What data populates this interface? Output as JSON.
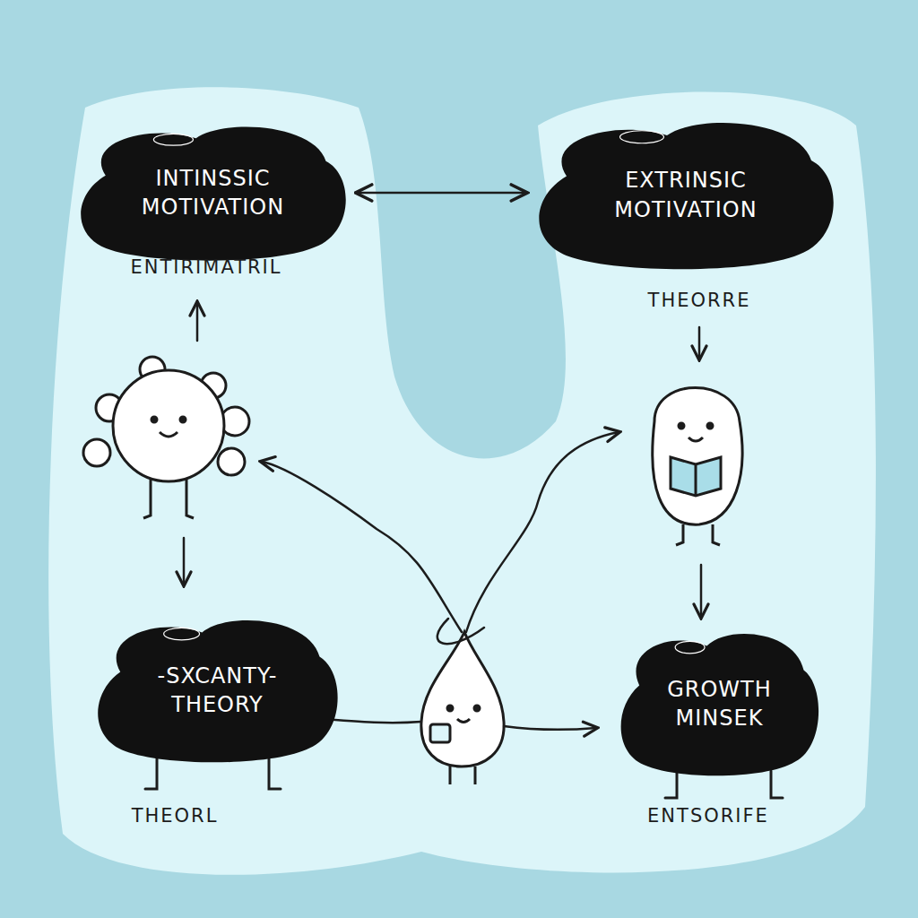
{
  "diagram": {
    "nodes": [
      {
        "text": [
          "INTINSSIC MOTIVATION"
        ]
      },
      {
        "text": [
          "EXTRINSIC MOTIVATION"
        ]
      },
      {
        "text": [
          "-SXCANTY- THEORY"
        ]
      },
      {
        "text": [
          "GROWTH MINSEK"
        ]
      }
    ],
    "edges": [
      {
        "from": 0,
        "to": 1,
        "arrow": "both"
      }
    ],
    "labels": [
      "ENTIRIMATRIL",
      "THEORRE",
      "THEORL",
      "ENTSORIFE"
    ]
  }
}
